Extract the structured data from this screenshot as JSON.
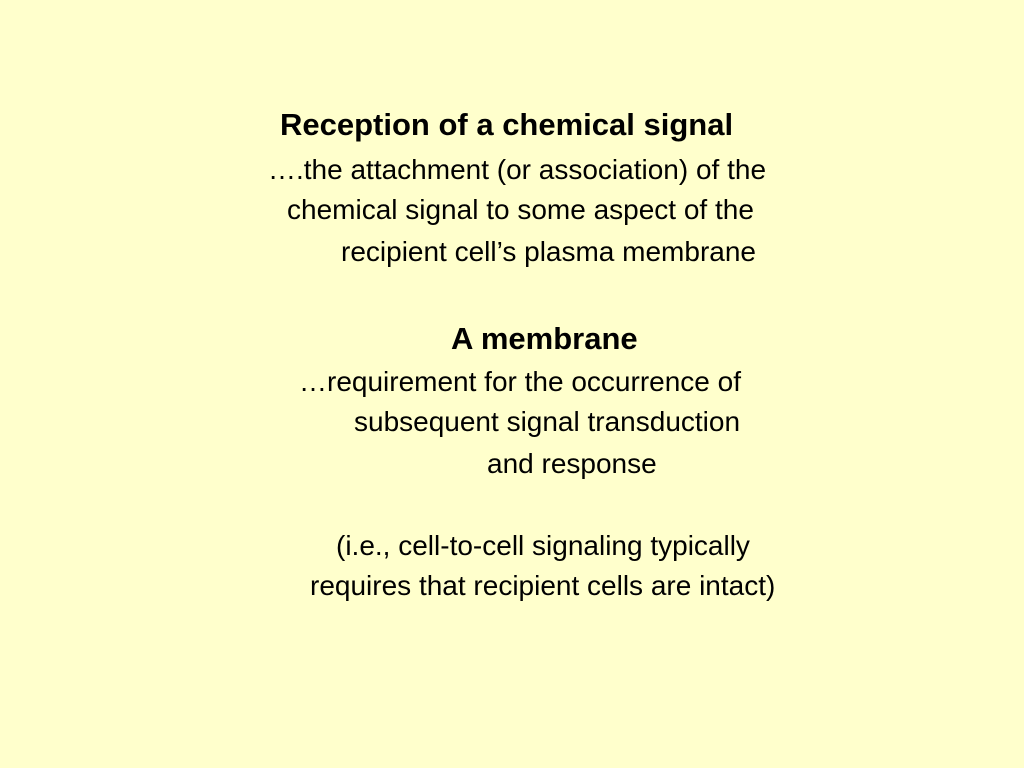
{
  "section1": {
    "heading": "Reception of a chemical signal",
    "lines": [
      "….the attachment (or association) of the",
      "chemical signal to some aspect of the",
      "recipient cell’s plasma membrane"
    ]
  },
  "section2": {
    "heading": "A membrane",
    "lines": [
      "…requirement for the occurrence of",
      "subsequent signal transduction",
      "and response"
    ]
  },
  "section3": {
    "lines": [
      "(i.e., cell-to-cell signaling typically",
      "requires that recipient cells are intact)"
    ]
  }
}
